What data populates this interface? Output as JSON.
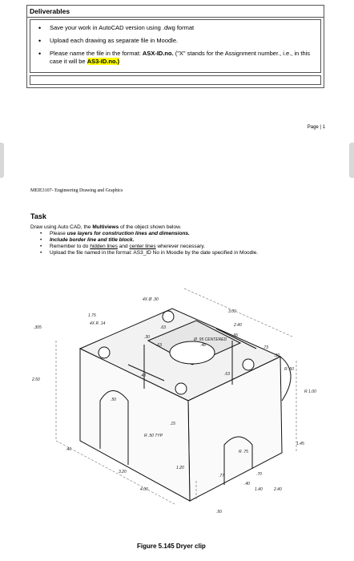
{
  "deliverables": {
    "title": "Deliverables",
    "items": [
      "Save your work in AutoCAD version using .dwg format",
      "Upload each drawing as separate file in Moodle."
    ],
    "item3_pre": "Please name the file in the format: ",
    "item3_bold": "ASX-ID.no.",
    "item3_mid": " (\"X\" stands for the Assignment number., i.e., in this case it will be ",
    "item3_highlight": "AS3-ID.no.)"
  },
  "page_number": "Page | 1",
  "course_name": "MEIE3107- Engineering Drawing and Graphics",
  "task": {
    "title": "Task",
    "intro_pre": "Draw using Auto CAD, the ",
    "intro_bold": "Multiviews",
    "intro_post": " of the object shown below.",
    "b1_pre": "Please ",
    "b1_bi": "use layers for construction lines and dimensions.",
    "b2_bi": "Include border line and title block.",
    "b3_pre": "Remember to do ",
    "b3_u1": "hidden lines",
    "b3_mid": " and ",
    "b3_u2": "center lines",
    "b3_post": " wherever necessary.",
    "b4": "Upload the file named in the format: AS3_ID No in Moodle by the date specified in Moodle."
  },
  "drawing_labels": {
    "l1": "4X Ø .30",
    "l2": "3.00",
    "l3": "2.40",
    "l4": ".95",
    "l5": ".73",
    "l6": ".30",
    "l7": "1.75",
    "l8": "4X R .14",
    "l9": ".305",
    "l10": ".63",
    "l11": ".30",
    "l12": ".63",
    "l13": "Ø .95 CENTERED",
    "l14": ".48",
    "l15": ".48",
    "l16": ".63",
    "l17": "R .50",
    "l18": "R 1.00",
    "l19": "2.50",
    "l20": ".50",
    "l21": "R .50 TYP",
    "l22": ".15",
    "l23": "1.45",
    "l24": "1.20",
    "l25": "R .75",
    "l26": ".77",
    "l27": ".70",
    "l28": ".40",
    "l29": "1.40",
    "l30": "2.40",
    "l31": ".40",
    "l32": "3.20",
    "l33": "4.00",
    "l34": ".50"
  },
  "figure_caption": "Figure 5.145 Dryer clip"
}
